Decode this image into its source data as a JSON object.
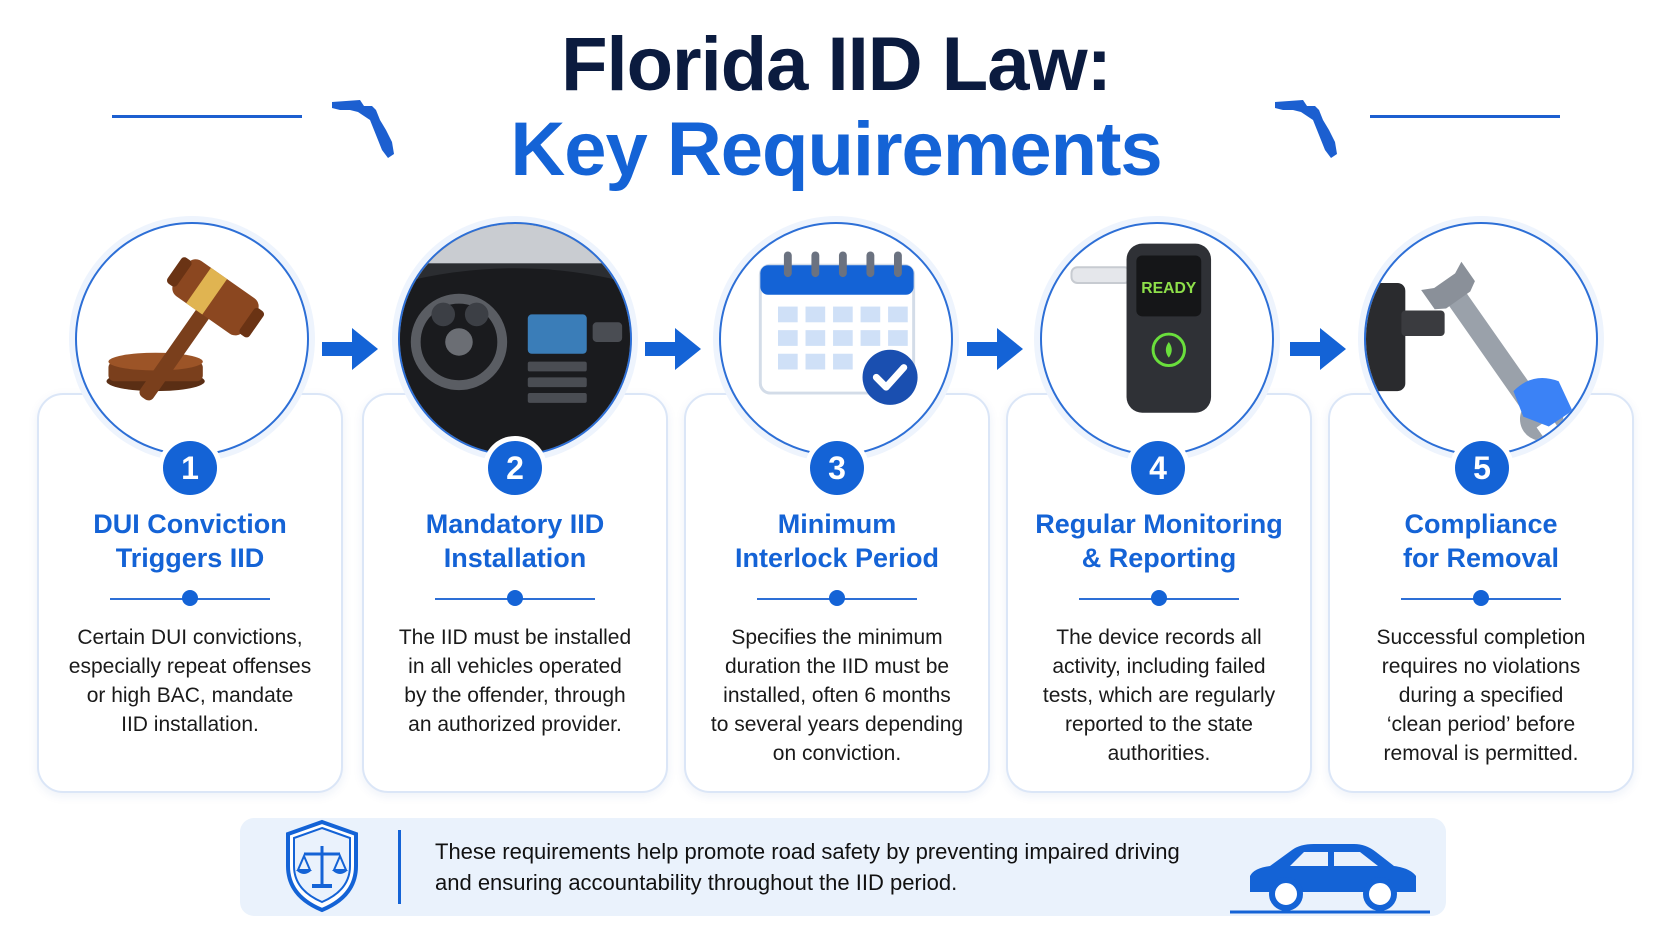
{
  "title": {
    "line1": "Florida IID Law:",
    "line2": "Key Requirements"
  },
  "colors": {
    "primary_blue": "#1463d6",
    "navy": "#0b1b3f",
    "card_border": "#dbe6f7",
    "bottom_bg": "#eaf2fc"
  },
  "steps": [
    {
      "number": "1",
      "title_line1": "DUI Conviction",
      "title_line2": "Triggers IID",
      "desc": [
        "Certain DUI convictions,",
        "especially repeat offenses",
        "or high BAC, mandate",
        "IID installation."
      ],
      "icon": "gavel-icon"
    },
    {
      "number": "2",
      "title_line1": "Mandatory IID",
      "title_line2": "Installation",
      "desc": [
        "The IID must be installed",
        "in all vehicles operated",
        "by the offender, through",
        "an authorized provider."
      ],
      "icon": "car-dashboard-icon"
    },
    {
      "number": "3",
      "title_line1": "Minimum",
      "title_line2": "Interlock Period",
      "desc": [
        "Specifies the minimum",
        "duration the IID must be",
        "installed, often 6 months",
        "to several years depending",
        "on conviction."
      ],
      "icon": "calendar-check-icon"
    },
    {
      "number": "4",
      "title_line1": "Regular Monitoring",
      "title_line2": "& Reporting",
      "desc": [
        "The device records all",
        "activity, including failed",
        "tests, which are regularly",
        "reported to the state",
        "authorities."
      ],
      "icon": "breathalyzer-icon",
      "device_screen_text": "READY"
    },
    {
      "number": "5",
      "title_line1": "Compliance",
      "title_line2": "for Removal",
      "desc": [
        "Successful completion",
        "requires no violations",
        "during a specified",
        "‘clean period’ before",
        "removal is permitted."
      ],
      "icon": "wrench-icon"
    }
  ],
  "footer": {
    "line1": "These requirements help promote road safety by preventing impaired driving",
    "line2": "and ensuring accountability throughout the IID period.",
    "icons": [
      "shield-scales-icon",
      "car-icon"
    ]
  }
}
